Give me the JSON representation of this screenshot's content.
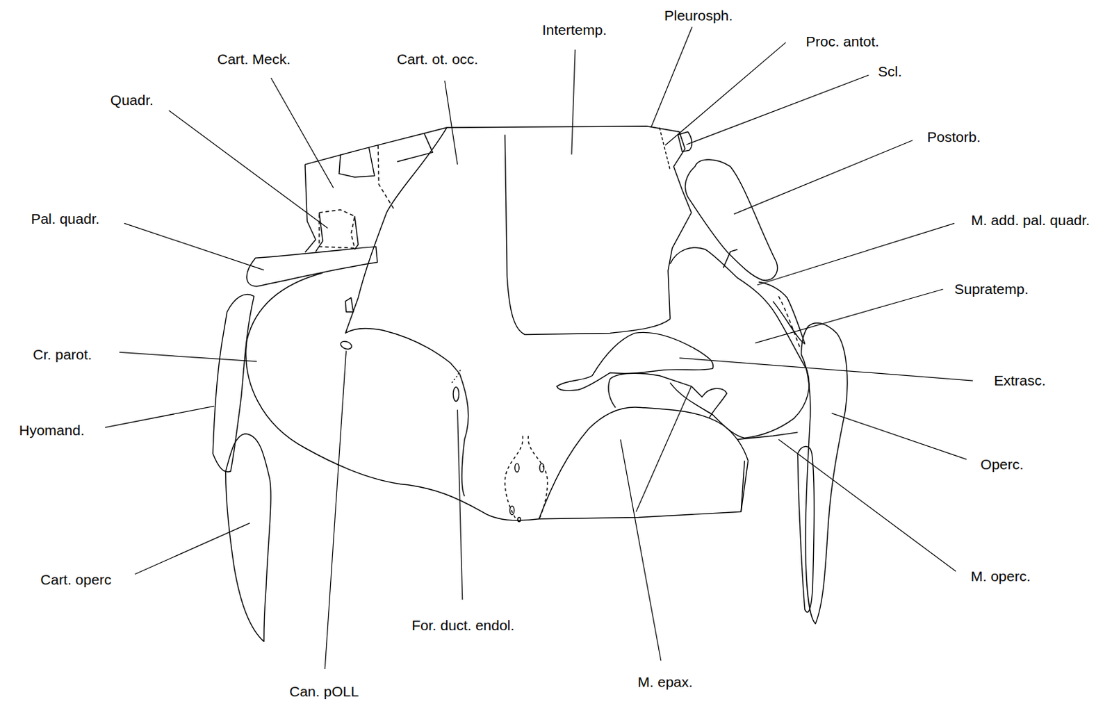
{
  "diagram": {
    "labels": [
      "Pleurosph.",
      "Intertemp.",
      "Proc. antot.",
      "Cart. Meck.",
      "Cart. ot. occ.",
      "Scl.",
      "Quadr.",
      "Postorb.",
      "Pal. quadr.",
      "M. add. pal. quadr.",
      "Supratemp.",
      "Cr. parot.",
      "Extrasc.",
      "Hyomand.",
      "Operc.",
      "M. operc.",
      "Cart. operc",
      "For. duct. endol.",
      "M. epax.",
      "Can. pOLL"
    ]
  }
}
